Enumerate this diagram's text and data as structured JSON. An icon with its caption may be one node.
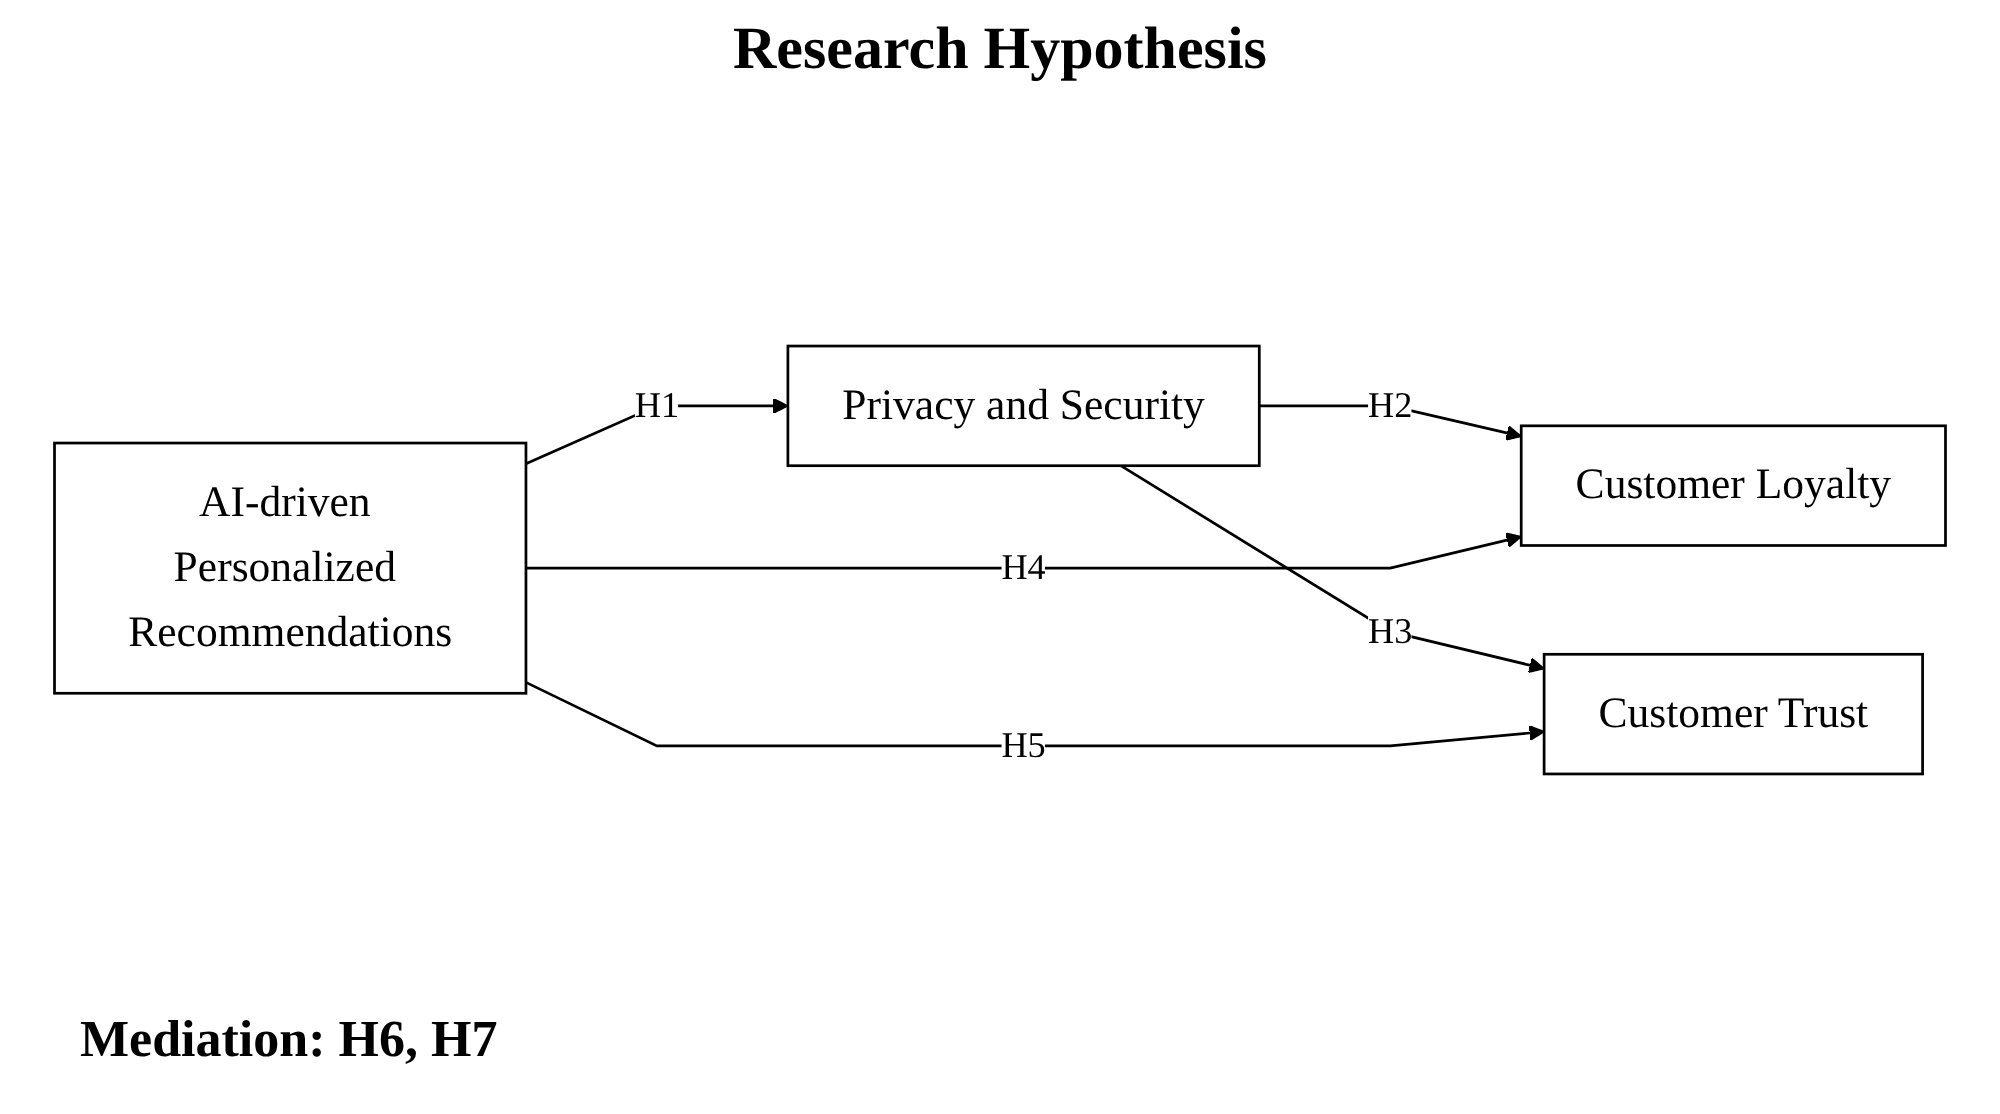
{
  "diagram": {
    "title": "Research Hypothesis",
    "nodes": [
      {
        "text": [
          "AI-driven Personalized Recommendations"
        ]
      },
      {
        "text": [
          "Privacy and Security"
        ]
      },
      {
        "text": [
          "Customer Loyalty"
        ]
      },
      {
        "text": [
          "Customer Trust"
        ]
      }
    ],
    "edges": [
      {
        "from": 0,
        "to": 1,
        "label": "H1",
        "arrow": "to"
      },
      {
        "from": 1,
        "to": 2,
        "label": "H2",
        "arrow": "to"
      },
      {
        "from": 1,
        "to": 3,
        "label": "H3",
        "arrow": "to"
      },
      {
        "from": 0,
        "to": 2,
        "label": "H4",
        "arrow": "to"
      },
      {
        "from": 0,
        "to": 3,
        "label": "H5",
        "arrow": "to"
      }
    ],
    "labels": [
      "Mediation: H6, H7"
    ]
  }
}
